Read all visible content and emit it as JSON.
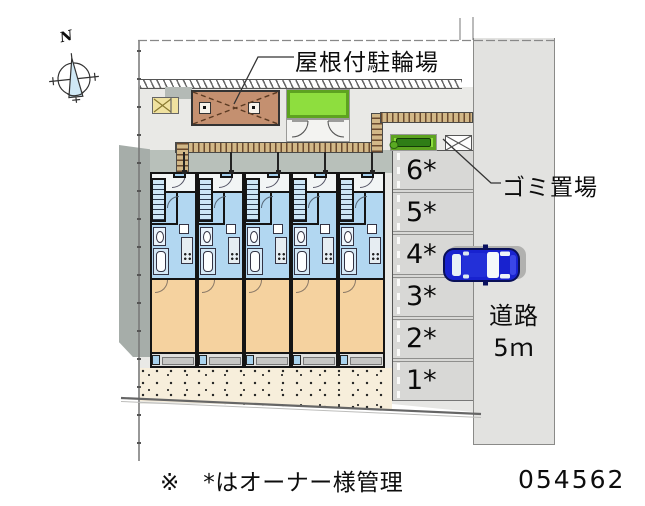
{
  "plan": {
    "compass_label": "N",
    "annotations": {
      "bicycle_parking": "屋根付駐輪場",
      "garbage_area": "ゴミ置場",
      "road": {
        "line1": "道路",
        "line2": "5ｍ"
      }
    },
    "parking": {
      "spaces": [
        {
          "label": "6*"
        },
        {
          "label": "5*"
        },
        {
          "label": "4*"
        },
        {
          "label": "3*"
        },
        {
          "label": "2*"
        },
        {
          "label": "1*"
        }
      ],
      "car_parked_at": "4*"
    },
    "building": {
      "unit_count": 5
    },
    "footer": {
      "note": "※　*はオーナー様管理",
      "plan_number": "054562"
    },
    "colors": {
      "road": "#e2e2e0",
      "site": "#e9e9e6",
      "wet_area_blue": "#b2d7f1",
      "living_tan": "#f5d29f",
      "lawn_green": "#8ede3e",
      "shelter_brown": "#c49070",
      "car_blue": "#1822cf"
    }
  }
}
